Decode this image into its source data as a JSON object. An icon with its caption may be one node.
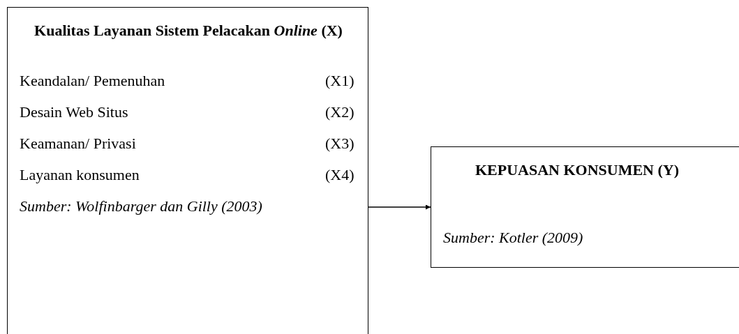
{
  "diagram": {
    "nodes": [
      {
        "text": [
          "Kualitas Layanan Sistem Pelacakan *Online* (X)",
          "Keandalan/ Pemenuhan",
          "(X1)",
          "Desain Web Situs",
          "(X2)",
          "Keamanan/ Privasi",
          "(X3)",
          "Layanan konsumen",
          "(X4)",
          "Sumber: Wolfinbarger dan Gilly (2003)"
        ]
      },
      {
        "text": [
          "KEPUASAN KONSUMEN (Y)",
          "Sumber: Kotler (2009)"
        ]
      }
    ],
    "edges": [
      {
        "from": 0,
        "to": 1,
        "arrow": "to"
      }
    ]
  }
}
